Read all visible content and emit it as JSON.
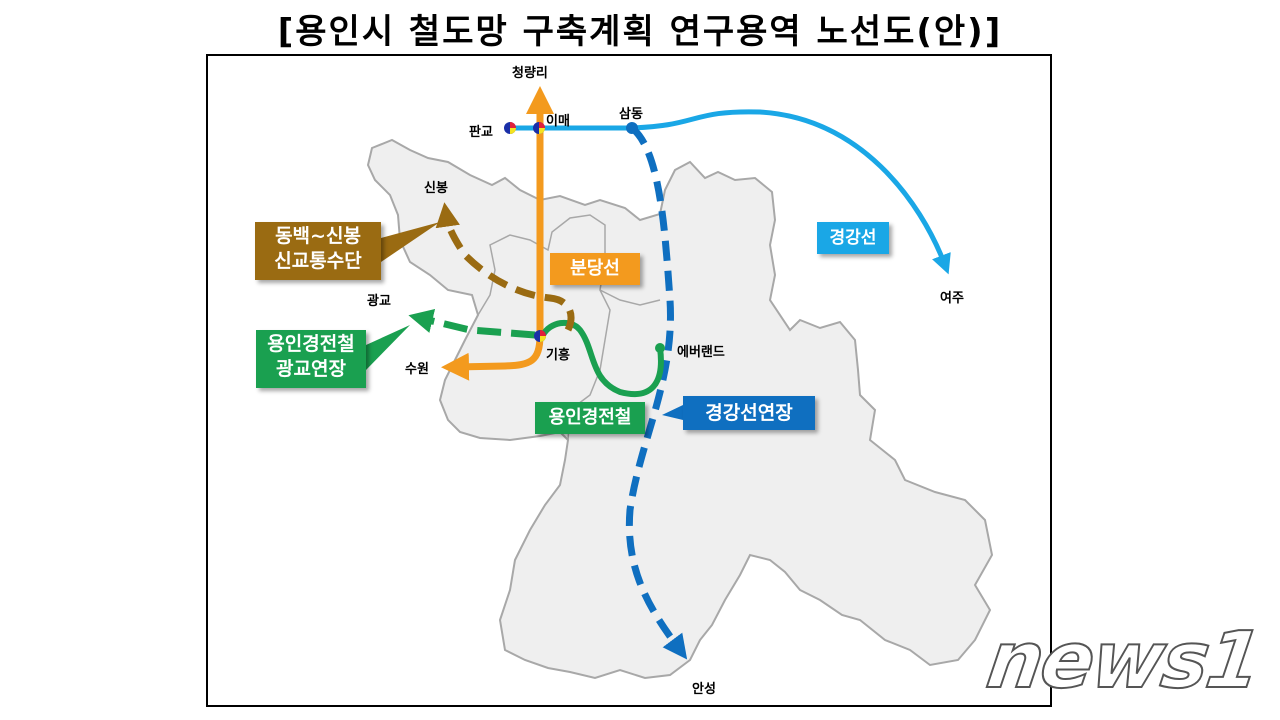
{
  "title": "[용인시 철도망 구축계획 연구용역 노선도(안)]",
  "stations": {
    "cheongnyangni": "청량리",
    "pangyo": "판교",
    "imae": "이매",
    "samdong": "삼동",
    "sinbong": "신봉",
    "gwanggyo": "광교",
    "suwon": "수원",
    "giheung": "기흥",
    "everland": "에버랜드",
    "yeoju": "여주",
    "anseong": "안성"
  },
  "line_labels": {
    "dongbaek_sinbong_line1": "동백~신봉",
    "dongbaek_sinbong_line2": "신교통수단",
    "everline_ext_line1": "용인경전철",
    "everline_ext_line2": "광교연장",
    "bundang": "분당선",
    "everline": "용인경전철",
    "gyeonggang_ext": "경강선연장",
    "gyeonggang": "경강선"
  },
  "colors": {
    "bundang": "#f39a1e",
    "gyeonggang": "#1aa7e6",
    "gyeonggang_ext": "#0f6fc0",
    "everline": "#1aa050",
    "dongbaek_sinbong": "#9a6b12",
    "region_fill": "#efefef",
    "region_border": "#a8a8a8"
  },
  "watermark": "news1"
}
